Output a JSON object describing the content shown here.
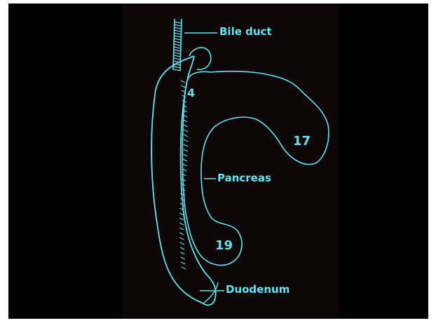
{
  "figure": {
    "labels": {
      "bile_duct": "Bile duct",
      "pancreas": "Pancreas",
      "duodenum": "Duodenum"
    },
    "numbers": {
      "upper": "4",
      "right": "17",
      "lower": "19"
    }
  },
  "colors": {
    "background": "#000000",
    "panel": "#0c0606",
    "line": "#5fe4f2"
  }
}
